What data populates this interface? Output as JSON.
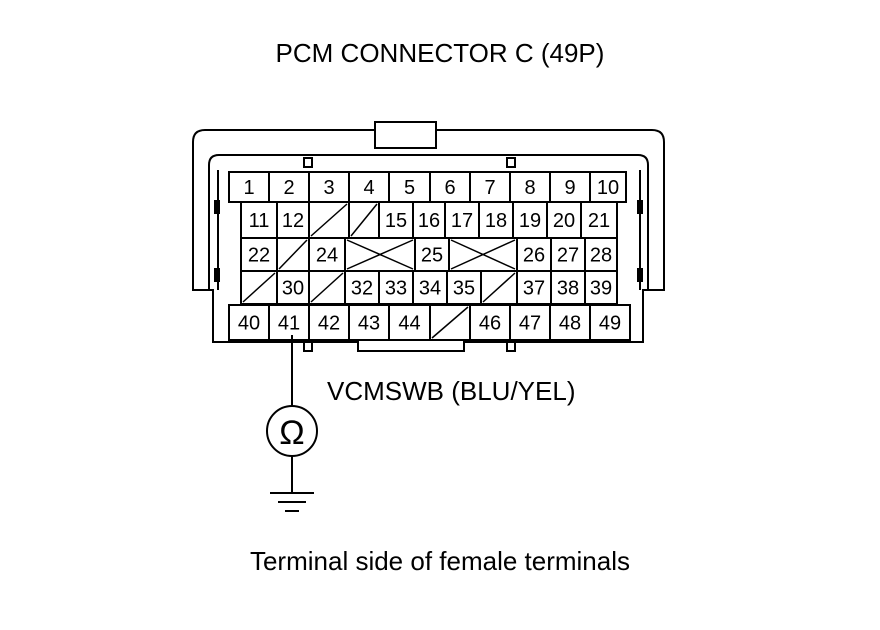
{
  "title": "PCM CONNECTOR C (49P)",
  "signal_label": "VCMSWB (BLU/YEL)",
  "caption": "Terminal side of female terminals",
  "meter_symbol": "Ω",
  "meter_icon": "ohmmeter-icon",
  "ground_icon": "ground-icon",
  "probe_terminal": "41",
  "terminals": {
    "row1": [
      "1",
      "2",
      "3",
      "4",
      "5",
      "6",
      "7",
      "8",
      "9",
      "10"
    ],
    "row2": [
      "11",
      "12",
      "",
      "",
      "15",
      "16",
      "17",
      "18",
      "19",
      "20",
      "21"
    ],
    "row3": [
      "22",
      "",
      "24",
      "",
      "25",
      "",
      "26",
      "27",
      "28"
    ],
    "row4": [
      "",
      "30",
      "",
      "32",
      "33",
      "34",
      "35",
      "",
      "37",
      "38",
      "39"
    ],
    "row5": [
      "40",
      "41",
      "42",
      "43",
      "44",
      "",
      "46",
      "47",
      "48",
      "49"
    ]
  }
}
